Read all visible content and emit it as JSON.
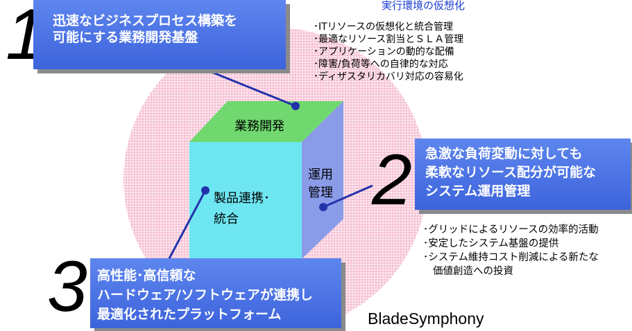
{
  "numbers": {
    "one": "1",
    "two": "2",
    "three": "3"
  },
  "panel1": {
    "line1": "迅速なビジネスプロセス構築を",
    "line2": "可能にする業務開発基盤"
  },
  "panel2": {
    "line1": "急激な負荷変動に対しても",
    "line2": "柔軟なリソース配分が可能な",
    "line3": "システム運用管理"
  },
  "panel3": {
    "line1": "高性能･高信頼な",
    "line2": "ハードウェア/ソフトウェアが連携し",
    "line3": "最適化されたプラットフォーム"
  },
  "environment": {
    "title": "実行環境の仮想化",
    "items": [
      "･ITリソースの仮想化と統合管理",
      "･最適なリソース割当とＳＬＡ管理",
      "･アプリケーションの動的な配備",
      "･障害/負荷等への自律的な対応",
      "･ディザスタリカバリ対応の容易化"
    ]
  },
  "operations": {
    "items": [
      "･グリッドによるリソースの効率的活動",
      "･安定したシステム基盤の提供",
      "･システム維持コスト削減による新たな",
      "価値創造への投資"
    ]
  },
  "cube": {
    "top": "業務開発",
    "side_line1": "運用",
    "side_line2": "管理",
    "front_line1": "製品連携･",
    "front_line2": "統合"
  },
  "brand": "BladeSymphony",
  "colors": {
    "panel": "#4a6fe4",
    "cube_top": "#70d86e",
    "cube_front": "#6ee6f2",
    "cube_side": "#8a9be8",
    "background_circle": "#f7c6d8",
    "connector": "#2233aa",
    "env_title": "#1a3ccf"
  }
}
